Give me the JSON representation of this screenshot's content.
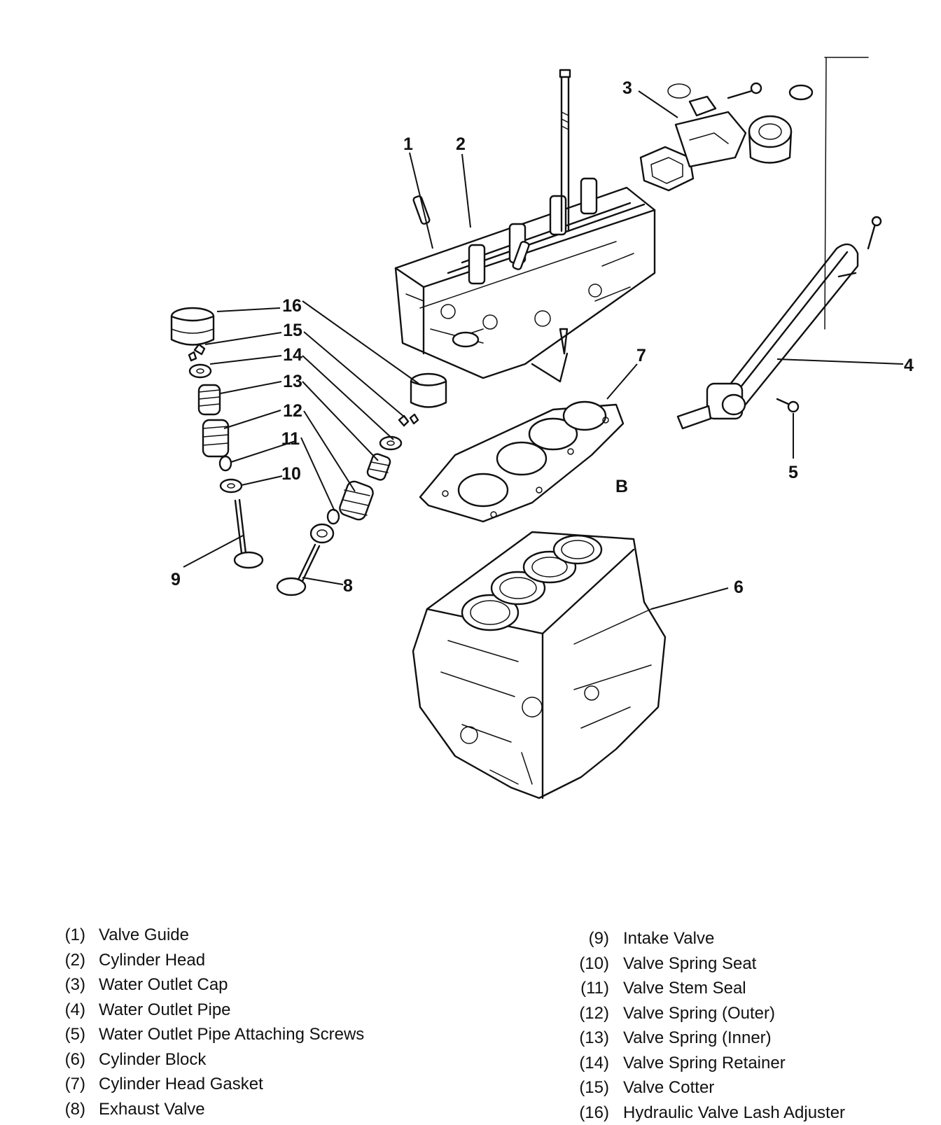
{
  "callouts": [
    "1",
    "2",
    "3",
    "4",
    "5",
    "6",
    "7",
    "8",
    "9",
    "10",
    "11",
    "12",
    "13",
    "14",
    "15",
    "16"
  ],
  "view_marker": "B",
  "legend_left": [
    {
      "num": "(1)",
      "label": "Valve Guide"
    },
    {
      "num": "(2)",
      "label": "Cylinder Head"
    },
    {
      "num": "(3)",
      "label": "Water Outlet Cap"
    },
    {
      "num": "(4)",
      "label": "Water Outlet Pipe"
    },
    {
      "num": "(5)",
      "label": "Water Outlet Pipe Attaching Screws"
    },
    {
      "num": "(6)",
      "label": "Cylinder Block"
    },
    {
      "num": "(7)",
      "label": "Cylinder Head Gasket"
    },
    {
      "num": "(8)",
      "label": "Exhaust Valve"
    }
  ],
  "legend_right": [
    {
      "num": "(9)",
      "label": "Intake Valve"
    },
    {
      "num": "(10)",
      "label": "Valve Spring Seat"
    },
    {
      "num": "(11)",
      "label": "Valve Stem Seal"
    },
    {
      "num": "(12)",
      "label": "Valve Spring (Outer)"
    },
    {
      "num": "(13)",
      "label": "Valve Spring (Inner)"
    },
    {
      "num": "(14)",
      "label": "Valve Spring Retainer"
    },
    {
      "num": "(15)",
      "label": "Valve Cotter"
    },
    {
      "num": "(16)",
      "label": "Hydraulic Valve Lash Adjuster"
    }
  ]
}
